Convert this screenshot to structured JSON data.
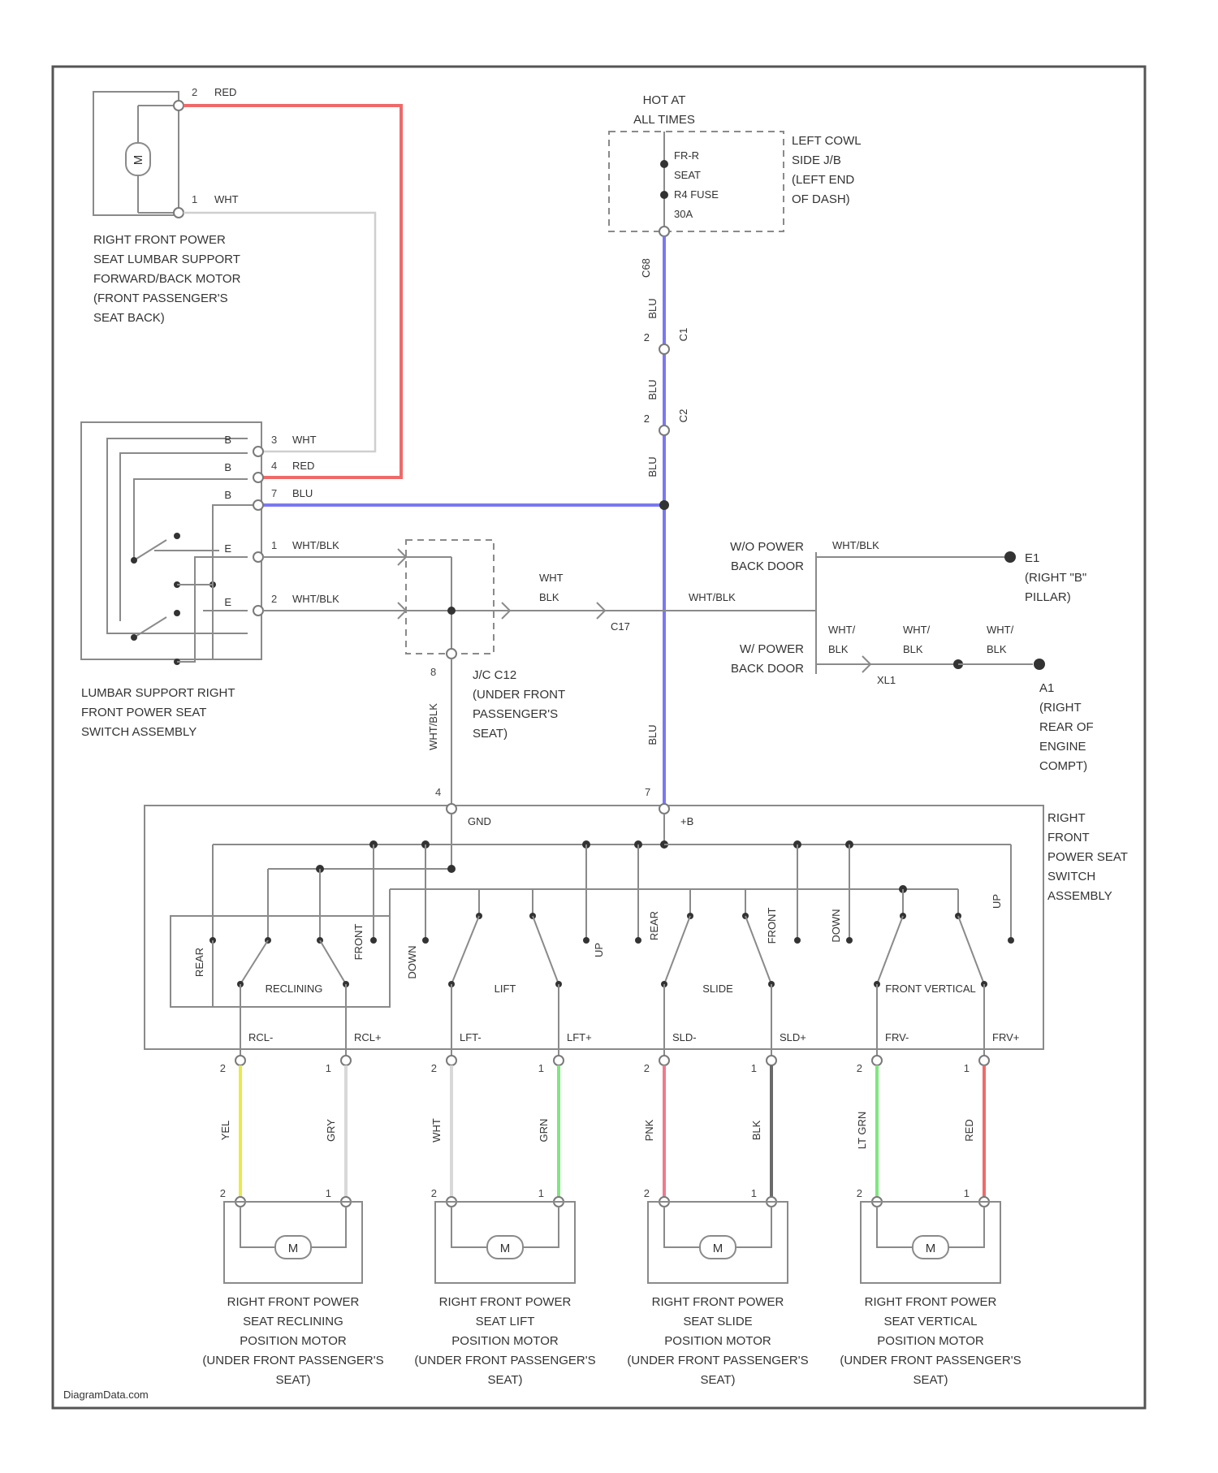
{
  "colors": {
    "red": "#ee6a6a",
    "blue": "#7b78f2",
    "yellow": "#e8ea4a",
    "green": "#7ee87e",
    "pink": "#ef7a8c",
    "black": "#6a6a6a",
    "white": "#d8d8d8",
    "gray": "#8a8a8a"
  },
  "power": {
    "hot_label": [
      "HOT AT",
      "ALL TIMES"
    ],
    "fuse": [
      "FR-R",
      "SEAT",
      "R4 FUSE",
      "30A"
    ],
    "location": [
      "LEFT COWL",
      "SIDE J/B",
      "(LEFT END",
      "OF DASH)"
    ],
    "wire_labels": [
      "C68",
      "BLU",
      "BLU",
      "BLU",
      "BLU"
    ],
    "connector_labels": [
      "2",
      "2",
      "C1",
      "C2"
    ]
  },
  "lumbar_motor": {
    "name": [
      "RIGHT FRONT POWER",
      "SEAT LUMBAR SUPPORT",
      "FORWARD/BACK MOTOR",
      "(FRONT PASSENGER'S",
      "SEAT BACK)"
    ],
    "symbol": "M",
    "pins": [
      {
        "num": "2",
        "wire": "RED"
      },
      {
        "num": "1",
        "wire": "WHT"
      }
    ]
  },
  "lumbar_switch": {
    "name": [
      "LUMBAR SUPPORT RIGHT",
      "FRONT POWER SEAT",
      "SWITCH ASSEMBLY"
    ],
    "side_marks": [
      "B",
      "B",
      "B",
      "E",
      "E"
    ],
    "pins": [
      {
        "num": "3",
        "wire": "WHT"
      },
      {
        "num": "4",
        "wire": "RED"
      },
      {
        "num": "7",
        "wire": "BLU"
      },
      {
        "num": "1",
        "wire": "WHT/BLK"
      },
      {
        "num": "2",
        "wire": "WHT/BLK"
      }
    ]
  },
  "junction": {
    "name": [
      "J/C C12",
      "(UNDER FRONT",
      "PASSENGER'S",
      "SEAT)"
    ],
    "pin_top": "8",
    "wire": "WHT/BLK",
    "pin_bottom": "4",
    "pin_b": "7"
  },
  "ground_wiring": {
    "wire_a": [
      "WHT",
      "BLK"
    ],
    "conn": "C17",
    "wire_b": "WHT/BLK",
    "labels": {
      "wo_power": [
        "W/O POWER",
        "BACK DOOR"
      ],
      "w_power": [
        "W/ POWER",
        "BACK DOOR"
      ],
      "wo_wire": "WHT/BLK",
      "w_wire_1": [
        "WHT/",
        "BLK"
      ],
      "w_wire_2": [
        "WHT/",
        "BLK"
      ],
      "w_wire_3": [
        "WHT/",
        "BLK"
      ],
      "xl1": "XL1",
      "ground_e1": [
        "E1",
        "(RIGHT \"B\"",
        "PILLAR)"
      ],
      "ground_a1": [
        "A1",
        "(RIGHT",
        "REAR OF",
        "ENGINE",
        "COMPT)"
      ]
    }
  },
  "main_switch": {
    "name": [
      "RIGHT",
      "FRONT",
      "POWER SEAT",
      "SWITCH",
      "ASSEMBLY"
    ],
    "top_pins": [
      "GND",
      "+B"
    ],
    "feed_wire": "BLU",
    "contacts": [
      "REAR",
      "FRONT",
      "DOWN",
      "UP",
      "REAR",
      "FRONT",
      "DOWN",
      "UP"
    ],
    "groups": [
      "RECLINING",
      "LIFT",
      "SLIDE",
      "FRONT VERTICAL"
    ],
    "outputs": [
      "RCL-",
      "RCL+",
      "LFT-",
      "LFT+",
      "SLD-",
      "SLD+",
      "FRV-",
      "FRV+"
    ]
  },
  "motors": [
    {
      "wires": [
        "YEL",
        "GRY"
      ],
      "pins": [
        "2",
        "1"
      ],
      "symbol": "M",
      "name": [
        "RIGHT FRONT POWER",
        "SEAT RECLINING",
        "POSITION MOTOR",
        "(UNDER FRONT PASSENGER'S",
        "SEAT)"
      ]
    },
    {
      "wires": [
        "WHT",
        "GRN"
      ],
      "pins": [
        "2",
        "1"
      ],
      "symbol": "M",
      "name": [
        "RIGHT FRONT POWER",
        "SEAT LIFT",
        "POSITION MOTOR",
        "(UNDER FRONT PASSENGER'S",
        "SEAT)"
      ]
    },
    {
      "wires": [
        "PNK",
        "BLK"
      ],
      "pins": [
        "2",
        "1"
      ],
      "symbol": "M",
      "name": [
        "RIGHT FRONT POWER",
        "SEAT SLIDE",
        "POSITION MOTOR",
        "(UNDER FRONT PASSENGER'S",
        "SEAT)"
      ]
    },
    {
      "wires": [
        "LT GRN",
        "RED"
      ],
      "pins": [
        "2",
        "1"
      ],
      "symbol": "M",
      "name": [
        "RIGHT FRONT POWER",
        "SEAT VERTICAL",
        "POSITION MOTOR",
        "(UNDER FRONT PASSENGER'S",
        "SEAT)"
      ]
    }
  ],
  "footer": "DiagramData.com"
}
